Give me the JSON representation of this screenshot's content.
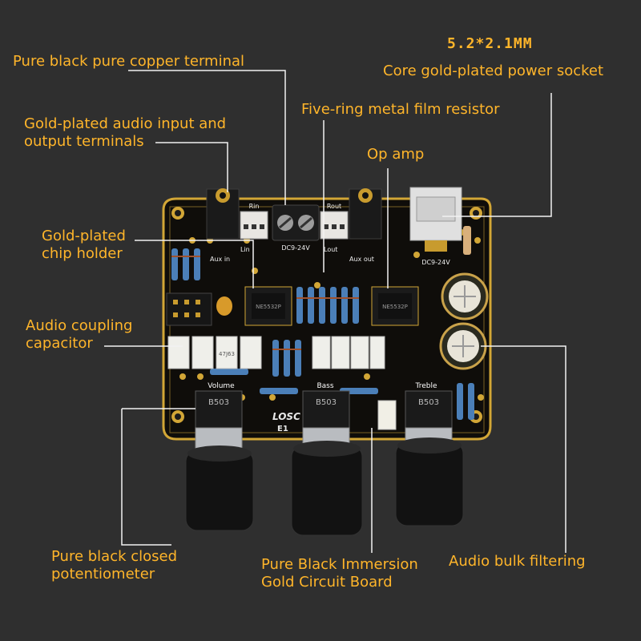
{
  "colors": {
    "background": "#2f2f2f",
    "label": "#ffb52a",
    "board": "#0f0d0a",
    "gold_trim": "#d2a636"
  },
  "spec_title": "5.2*2.1MM",
  "labels": {
    "copper_terminal": "Pure black pure copper terminal",
    "power_socket": "Core gold-plated power socket",
    "resistor": "Five-ring metal film resistor",
    "io_terminals": "Gold-plated audio input and output terminals",
    "op_amp": "Op amp",
    "chip_holder": "Gold-plated chip holder",
    "coupling_capacitor": "Audio coupling capacitor",
    "potentiometer": "Pure black closed potentiometer",
    "circuit_board": "Pure Black Immersion Gold Circuit Board",
    "bulk_filtering": "Audio bulk filtering"
  },
  "board": {
    "brand": "LOSC",
    "model": "E1",
    "pot_labels": [
      "Volume",
      "Bass",
      "Treble"
    ],
    "pot_marking": "B503",
    "header_labels": {
      "rin": "Rin",
      "rout": "Rout",
      "lin": "Lin",
      "lout": "Lout",
      "aux_in": "Aux in",
      "aux_out": "Aux out",
      "dc_left": "DC9-24V",
      "dc_right": "DC9-24V"
    },
    "chip_marking": "NE5532P",
    "cap_marking": "47J63"
  }
}
